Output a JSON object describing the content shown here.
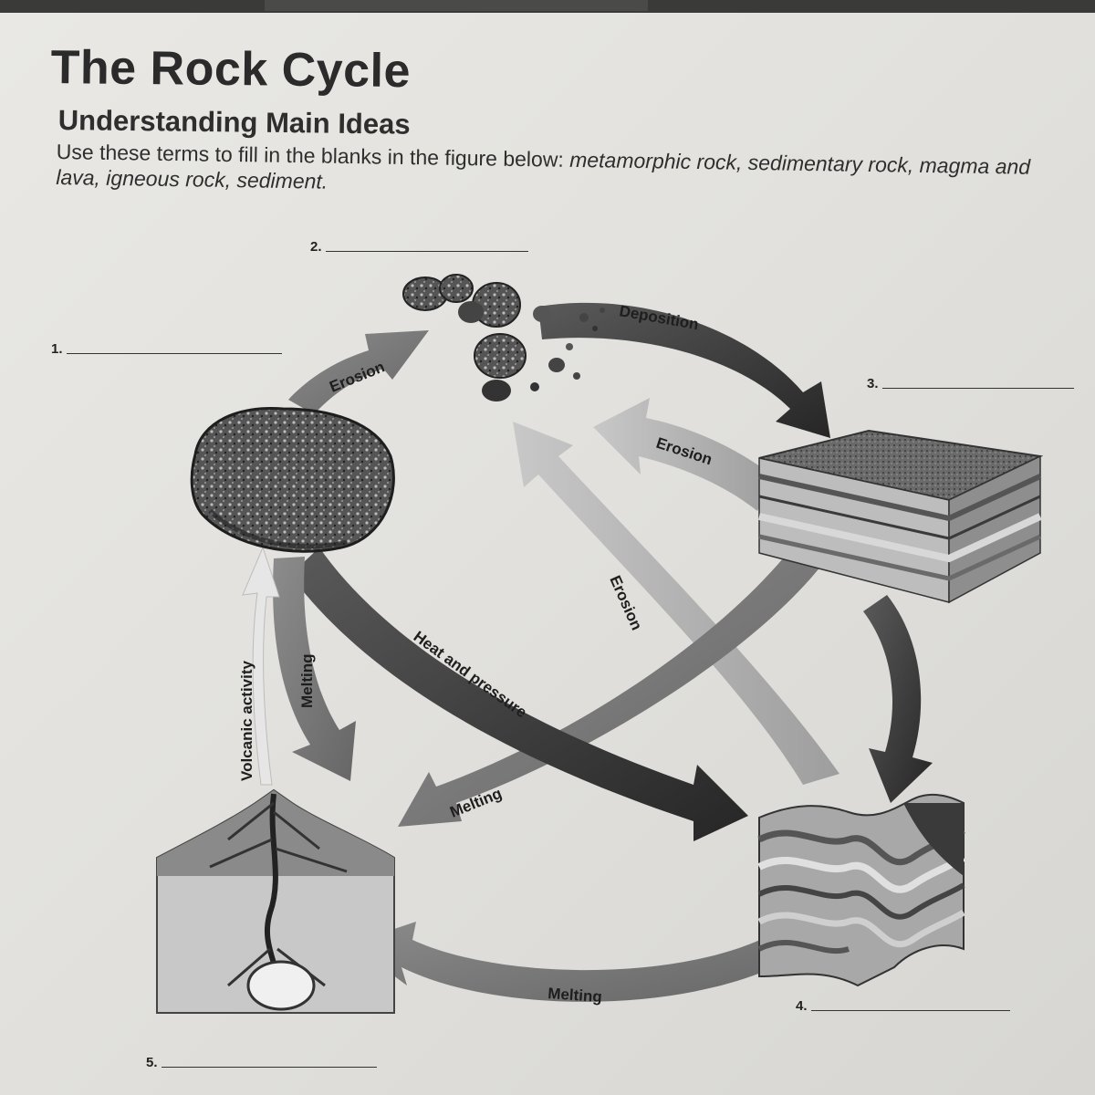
{
  "worksheet": {
    "title": "The Rock Cycle",
    "subtitle": "Understanding Main Ideas",
    "instructions_prefix": "Use these terms to fill in the blanks in the figure below: ",
    "instructions_terms": "metamorphic rock, sedimentary rock, magma and lava, igneous rock, sediment."
  },
  "blanks": [
    {
      "number": "1.",
      "value": ""
    },
    {
      "number": "2.",
      "value": ""
    },
    {
      "number": "3.",
      "value": ""
    },
    {
      "number": "4.",
      "value": ""
    },
    {
      "number": "5.",
      "value": ""
    }
  ],
  "arrow_labels": {
    "deposition": "Deposition",
    "erosion_top_left": "Erosion",
    "erosion_right": "Erosion",
    "erosion_center": "Erosion",
    "volcanic_activity": "Volcanic activity",
    "melting_left": "Melting",
    "heat_and_pressure": "Heat and pressure",
    "melting_center": "Melting",
    "melting_bottom": "Melting"
  },
  "colors": {
    "paper": "#e5e4e0",
    "arrow_dark": "#3c3c3c",
    "arrow_mid": "#7a7a7a",
    "arrow_light": "#b4b4b4",
    "text": "#2b2b2b"
  }
}
